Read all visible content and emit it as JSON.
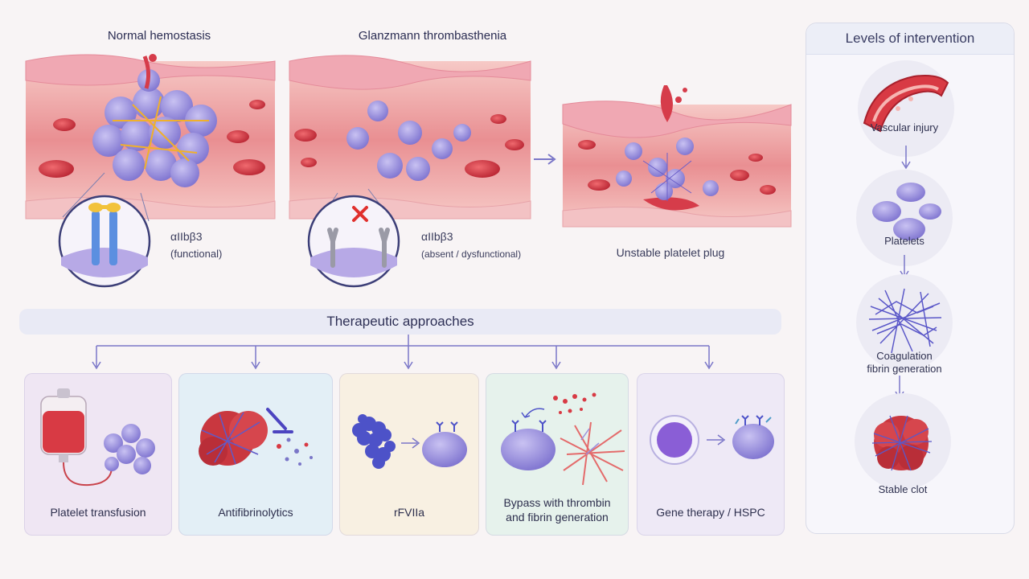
{
  "top": {
    "normal_title": "Normal hemostasis",
    "gt_title": "Glanzmann thrombasthenia",
    "normal_receptor": "αIIbβ3",
    "normal_receptor_state": "(functional)",
    "gt_receptor": "αIIbβ3",
    "gt_receptor_state": "(absent / dysfunctional)",
    "unstable_label": "Unstable platelet plug"
  },
  "levels": {
    "title": "Levels of intervention",
    "items": [
      {
        "label": "Vascular injury"
      },
      {
        "label": "Platelets"
      },
      {
        "label_line1": "Coagulation",
        "label_line2": "fibrin generation"
      },
      {
        "label": "Stable clot"
      }
    ]
  },
  "therapy": {
    "title": "Therapeutic approaches",
    "cards": [
      {
        "label": "Platelet transfusion",
        "bg": "#efe6f3"
      },
      {
        "label": "Antifibrinolytics",
        "bg": "#e3eff6"
      },
      {
        "label": "rFVIIa",
        "bg": "#f8f0e2"
      },
      {
        "label_line1": "Bypass with thrombin",
        "label_line2": "and fibrin generation",
        "bg": "#e6f2ec"
      },
      {
        "label": "Gene therapy / HSPC",
        "bg": "#eee9f6"
      }
    ]
  },
  "colors": {
    "arrow": "#7a76c8",
    "platelet": "#a49be0",
    "rbc": "#d63c4a",
    "tissue": "#f2b3b4"
  }
}
